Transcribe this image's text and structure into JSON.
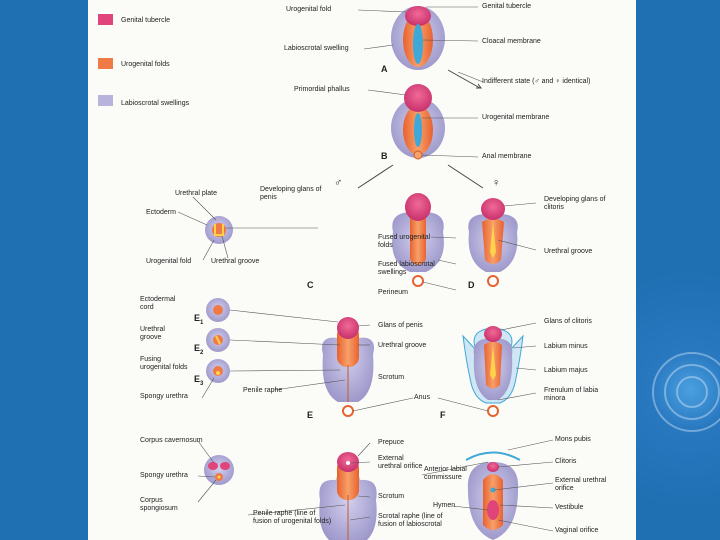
{
  "colors": {
    "tubercle": "#e0447a",
    "folds": "#f07a45",
    "swelling": "#b7b3dc",
    "membrane": "#3ea8d8",
    "slide_bg": "#1f6fb3"
  },
  "legend": [
    {
      "label": "Genital tubercle",
      "color": "#e0447a"
    },
    {
      "label": "Urogenital folds",
      "color": "#f07a45"
    },
    {
      "label": "Labioscrotal swellings",
      "color": "#b7b3dc"
    }
  ],
  "stage_a": {
    "letter": "A",
    "genital_tubercle": "Genital tubercle",
    "urogenital_fold": "Urogenital fold",
    "cloacal_membrane": "Cloacal membrane",
    "labioscrotal_swelling": "Labioscrotal swelling"
  },
  "indifferent": "Indifferent state (♂ and ♀ identical)",
  "stage_b": {
    "letter": "B",
    "primordial_phallus": "Primordial phallus",
    "urogenital_membrane": "Urogenital membrane",
    "anal_membrane": "Anal membrane"
  },
  "symbols": {
    "male": "♂",
    "female": "♀"
  },
  "stage_c": {
    "letter": "C",
    "urethral_plate": "Urethral plate",
    "ectoderm": "Ectoderm",
    "urogenital_fold": "Urogenital fold",
    "urethral_groove": "Urethral groove",
    "developing_glans_penis": "Developing glans of penis",
    "fused_urogenital_folds": "Fused urogenital folds",
    "fused_labioscrotal": "Fused labioscrotal swellings",
    "perineum": "Perineum"
  },
  "stage_d": {
    "letter": "D",
    "developing_glans_clitoris": "Developing glans of clitoris",
    "urethral_groove": "Urethral groove"
  },
  "stage_e": {
    "letter": "E",
    "e1": "E",
    "e1_sub": "1",
    "e2": "E",
    "e2_sub": "2",
    "e3": "E",
    "e3_sub": "3",
    "ectodermal_cord": "Ectodermal cord",
    "urethral_groove_left": "Urethral groove",
    "fusing_folds": "Fusing urogenital folds",
    "spongy_urethra": "Spongy urethra",
    "penile_raphe": "Penile raphe",
    "glans_of_penis": "Glans of penis",
    "urethral_groove": "Urethral groove",
    "scrotum": "Scrotum",
    "anus": "Anus"
  },
  "stage_f": {
    "letter": "F",
    "glans_of_clitoris": "Glans of clitoris",
    "labium_minus": "Labium minus",
    "labium_majus": "Labium majus",
    "frenulum": "Frenulum of labia minora"
  },
  "stage_g": {
    "corpus_cavernosum": "Corpus cavernosum",
    "spongy_urethra": "Spongy urethra",
    "corpus_spongiosum": "Corpus spongiosum",
    "penile_raphe": "Penile raphe (line of fusion of urogenital folds)",
    "prepuce": "Prepuce",
    "external_urethral_orifice": "External urethral orifice",
    "scrotum": "Scrotum",
    "scrotal_raphe": "Scrotal raphe (line of fusion of labioscrotal",
    "anterior_commissure": "Anterior labial commissure",
    "hymen": "Hymen"
  },
  "stage_h": {
    "mons_pubis": "Mons pubis",
    "clitoris": "Clitoris",
    "external_urethral_orifice": "External urethral orifice",
    "vestibule": "Vestibule",
    "vaginal_orifice": "Vaginal orifice"
  }
}
